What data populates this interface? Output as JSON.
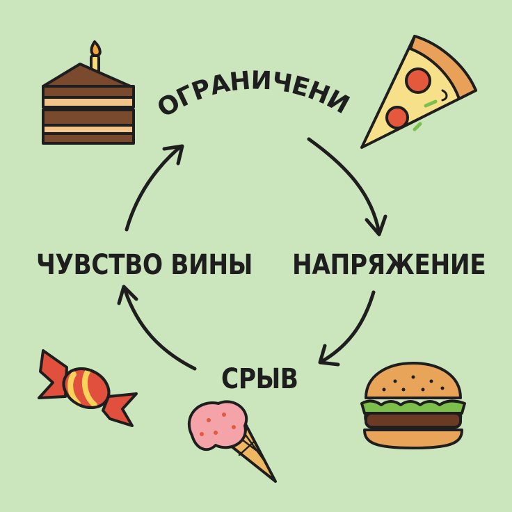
{
  "cycle": {
    "steps": [
      {
        "id": "restriction",
        "label": "ОГРАНИЧЕНИЕ"
      },
      {
        "id": "tension",
        "label": "НАПРЯЖЕНИЕ"
      },
      {
        "id": "binge",
        "label": "СРЫВ"
      },
      {
        "id": "guilt",
        "label": "ЧУВСТВО ВИНЫ"
      }
    ]
  },
  "icons": [
    "cake-slice-icon",
    "pizza-slice-icon",
    "burger-icon",
    "ice-cream-icon",
    "candy-icon"
  ],
  "colors": {
    "background": "#cbe5bd",
    "ink": "#1e1e1e",
    "cake_sponge": "#7a4a2e",
    "cake_cream": "#f2c48a",
    "pizza_cheese": "#f6e08a",
    "pizza_crust": "#e9a15a",
    "pepperoni": "#e4583c",
    "burger_bun": "#e8a55a",
    "lettuce": "#7cbf4a",
    "patty": "#6b3a25",
    "icecream_scoop": "#f4a3a8",
    "cone": "#f0b763",
    "candy_wrapper": "#e0503c",
    "candy_stripe": "#f7d35a"
  }
}
